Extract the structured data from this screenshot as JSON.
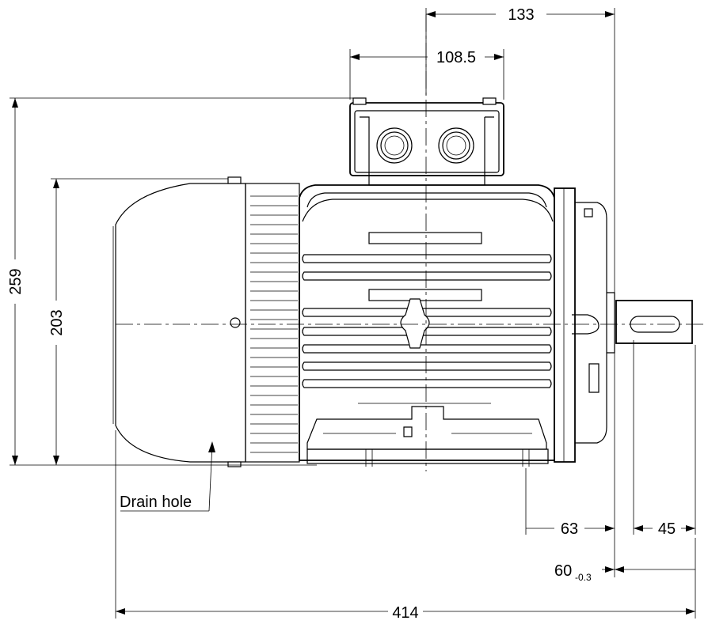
{
  "drawing": {
    "dimensions": {
      "terminal_box_offset": "133",
      "terminal_box_width": "108.5",
      "overall_height": "259",
      "frame_height": "203",
      "foot_to_shaft": "63",
      "shaft_length": "45",
      "shaft_diameter": "60",
      "shaft_diameter_tolerance": "-0.3",
      "overall_length": "414"
    },
    "labels": {
      "drain_hole": "Drain hole"
    }
  }
}
